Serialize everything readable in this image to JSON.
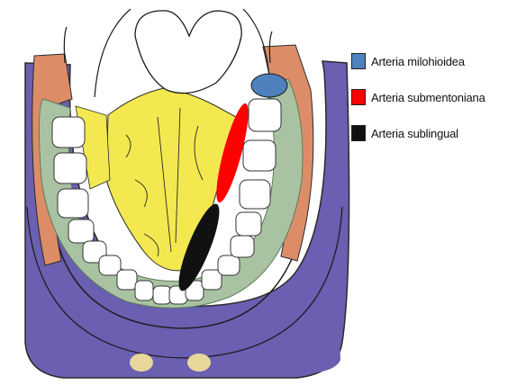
{
  "legend": [
    {
      "label": "Arteria milohioidea",
      "color": "#4f81bd"
    },
    {
      "label": "Arteria submentoniana",
      "color": "#ff0000"
    },
    {
      "label": "Arteria sublingual",
      "color": "#111111"
    }
  ],
  "colors": {
    "outer_band": "#6a5fb0",
    "muscle": "#dc8d67",
    "gingiva": "#a9c3a2",
    "tongue": "#f3e84f",
    "tooth": "#ffffff",
    "lymph_node": "#e8d79a"
  }
}
